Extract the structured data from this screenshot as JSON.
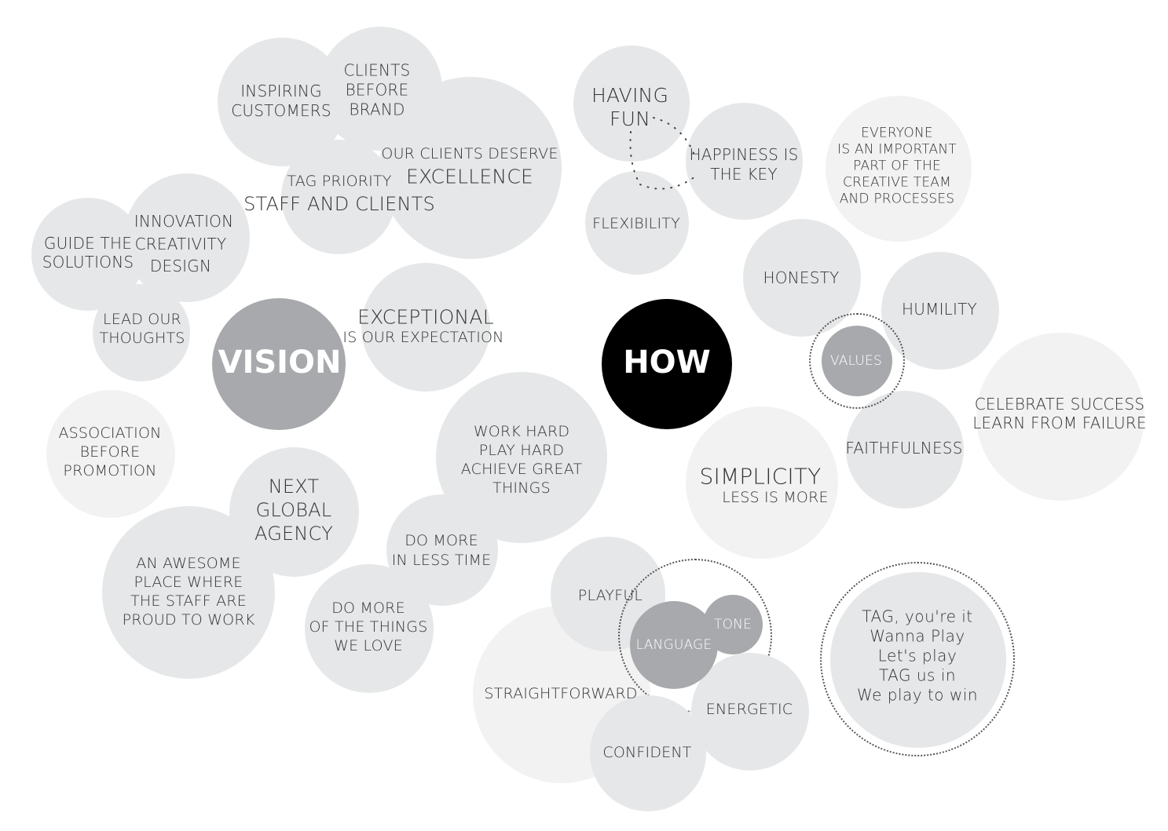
{
  "center": {
    "vision": "VISION",
    "how": "HOW",
    "values": "VALUES",
    "language": "LANGUAGE",
    "tone": "TONE"
  },
  "vision_bubbles": {
    "inspiring_customers": [
      "INSPIRING",
      "CUSTOMERS"
    ],
    "clients_before_brand": [
      "CLIENTS",
      "BEFORE",
      "BRAND"
    ],
    "our_clients_deserve": "OUR CLIENTS DESERVE",
    "excellence": "EXCELLENCE",
    "tag_priority": "TAG PRIORITY",
    "staff_and_clients": "STAFF AND CLIENTS",
    "innovation": "INNOVATION",
    "creativity": "CREATIVITY",
    "design": "DESIGN",
    "guide_the_solutions": [
      "GUIDE THE",
      "SOLUTIONS"
    ],
    "lead_our_thoughts": [
      "LEAD OUR",
      "THOUGHTS"
    ],
    "exceptional": "EXCEPTIONAL",
    "is_our_expectation": "IS OUR EXPECTATION",
    "association_before_promotion": [
      "ASSOCIATION",
      "BEFORE",
      "PROMOTION"
    ],
    "next_global_agency": [
      "NEXT",
      "GLOBAL",
      "AGENCY"
    ],
    "awesome_place": [
      "AN AWESOME",
      "PLACE WHERE",
      "THE STAFF ARE",
      "PROUD TO WORK"
    ],
    "work_hard": [
      "WORK HARD",
      "PLAY HARD",
      "ACHIEVE GREAT",
      "THINGS"
    ],
    "do_more_less_time": [
      "DO MORE",
      "IN LESS TIME"
    ],
    "do_more_things_we_love": [
      "DO MORE",
      "OF THE THINGS",
      "WE LOVE"
    ]
  },
  "how_bubbles": {
    "having_fun": [
      "HAVING",
      "FUN"
    ],
    "happiness_is_the_key": [
      "HAPPINESS IS",
      "THE KEY"
    ],
    "flexibility": "FLEXIBILITY",
    "everyone_important": [
      "EVERYONE",
      "IS AN IMPORTANT",
      "PART OF THE",
      "CREATIVE TEAM",
      "AND PROCESSES"
    ],
    "honesty": "HONESTY",
    "humility": "HUMILITY",
    "faithfulness": "FAITHFULNESS",
    "celebrate_success": [
      "CELEBRATE SUCCESS",
      "LEARN FROM FAILURE"
    ],
    "simplicity": "SIMPLICITY",
    "less_is_more": "LESS IS MORE"
  },
  "tone_bubbles": {
    "playful": "PLAYFUL",
    "straightforward": "STRAIGHTFORWARD",
    "energetic": "ENERGETIC",
    "confident": "CONFIDENT",
    "tag_lines": [
      "TAG, you're it",
      "Wanna Play",
      "Let's play",
      "TAG us in",
      "We play to win"
    ]
  },
  "colors": {
    "light": "#f2f2f2",
    "mid": "#e6e7e8",
    "dark": "#a7a9ac",
    "black": "#000000",
    "text": "#333333"
  }
}
